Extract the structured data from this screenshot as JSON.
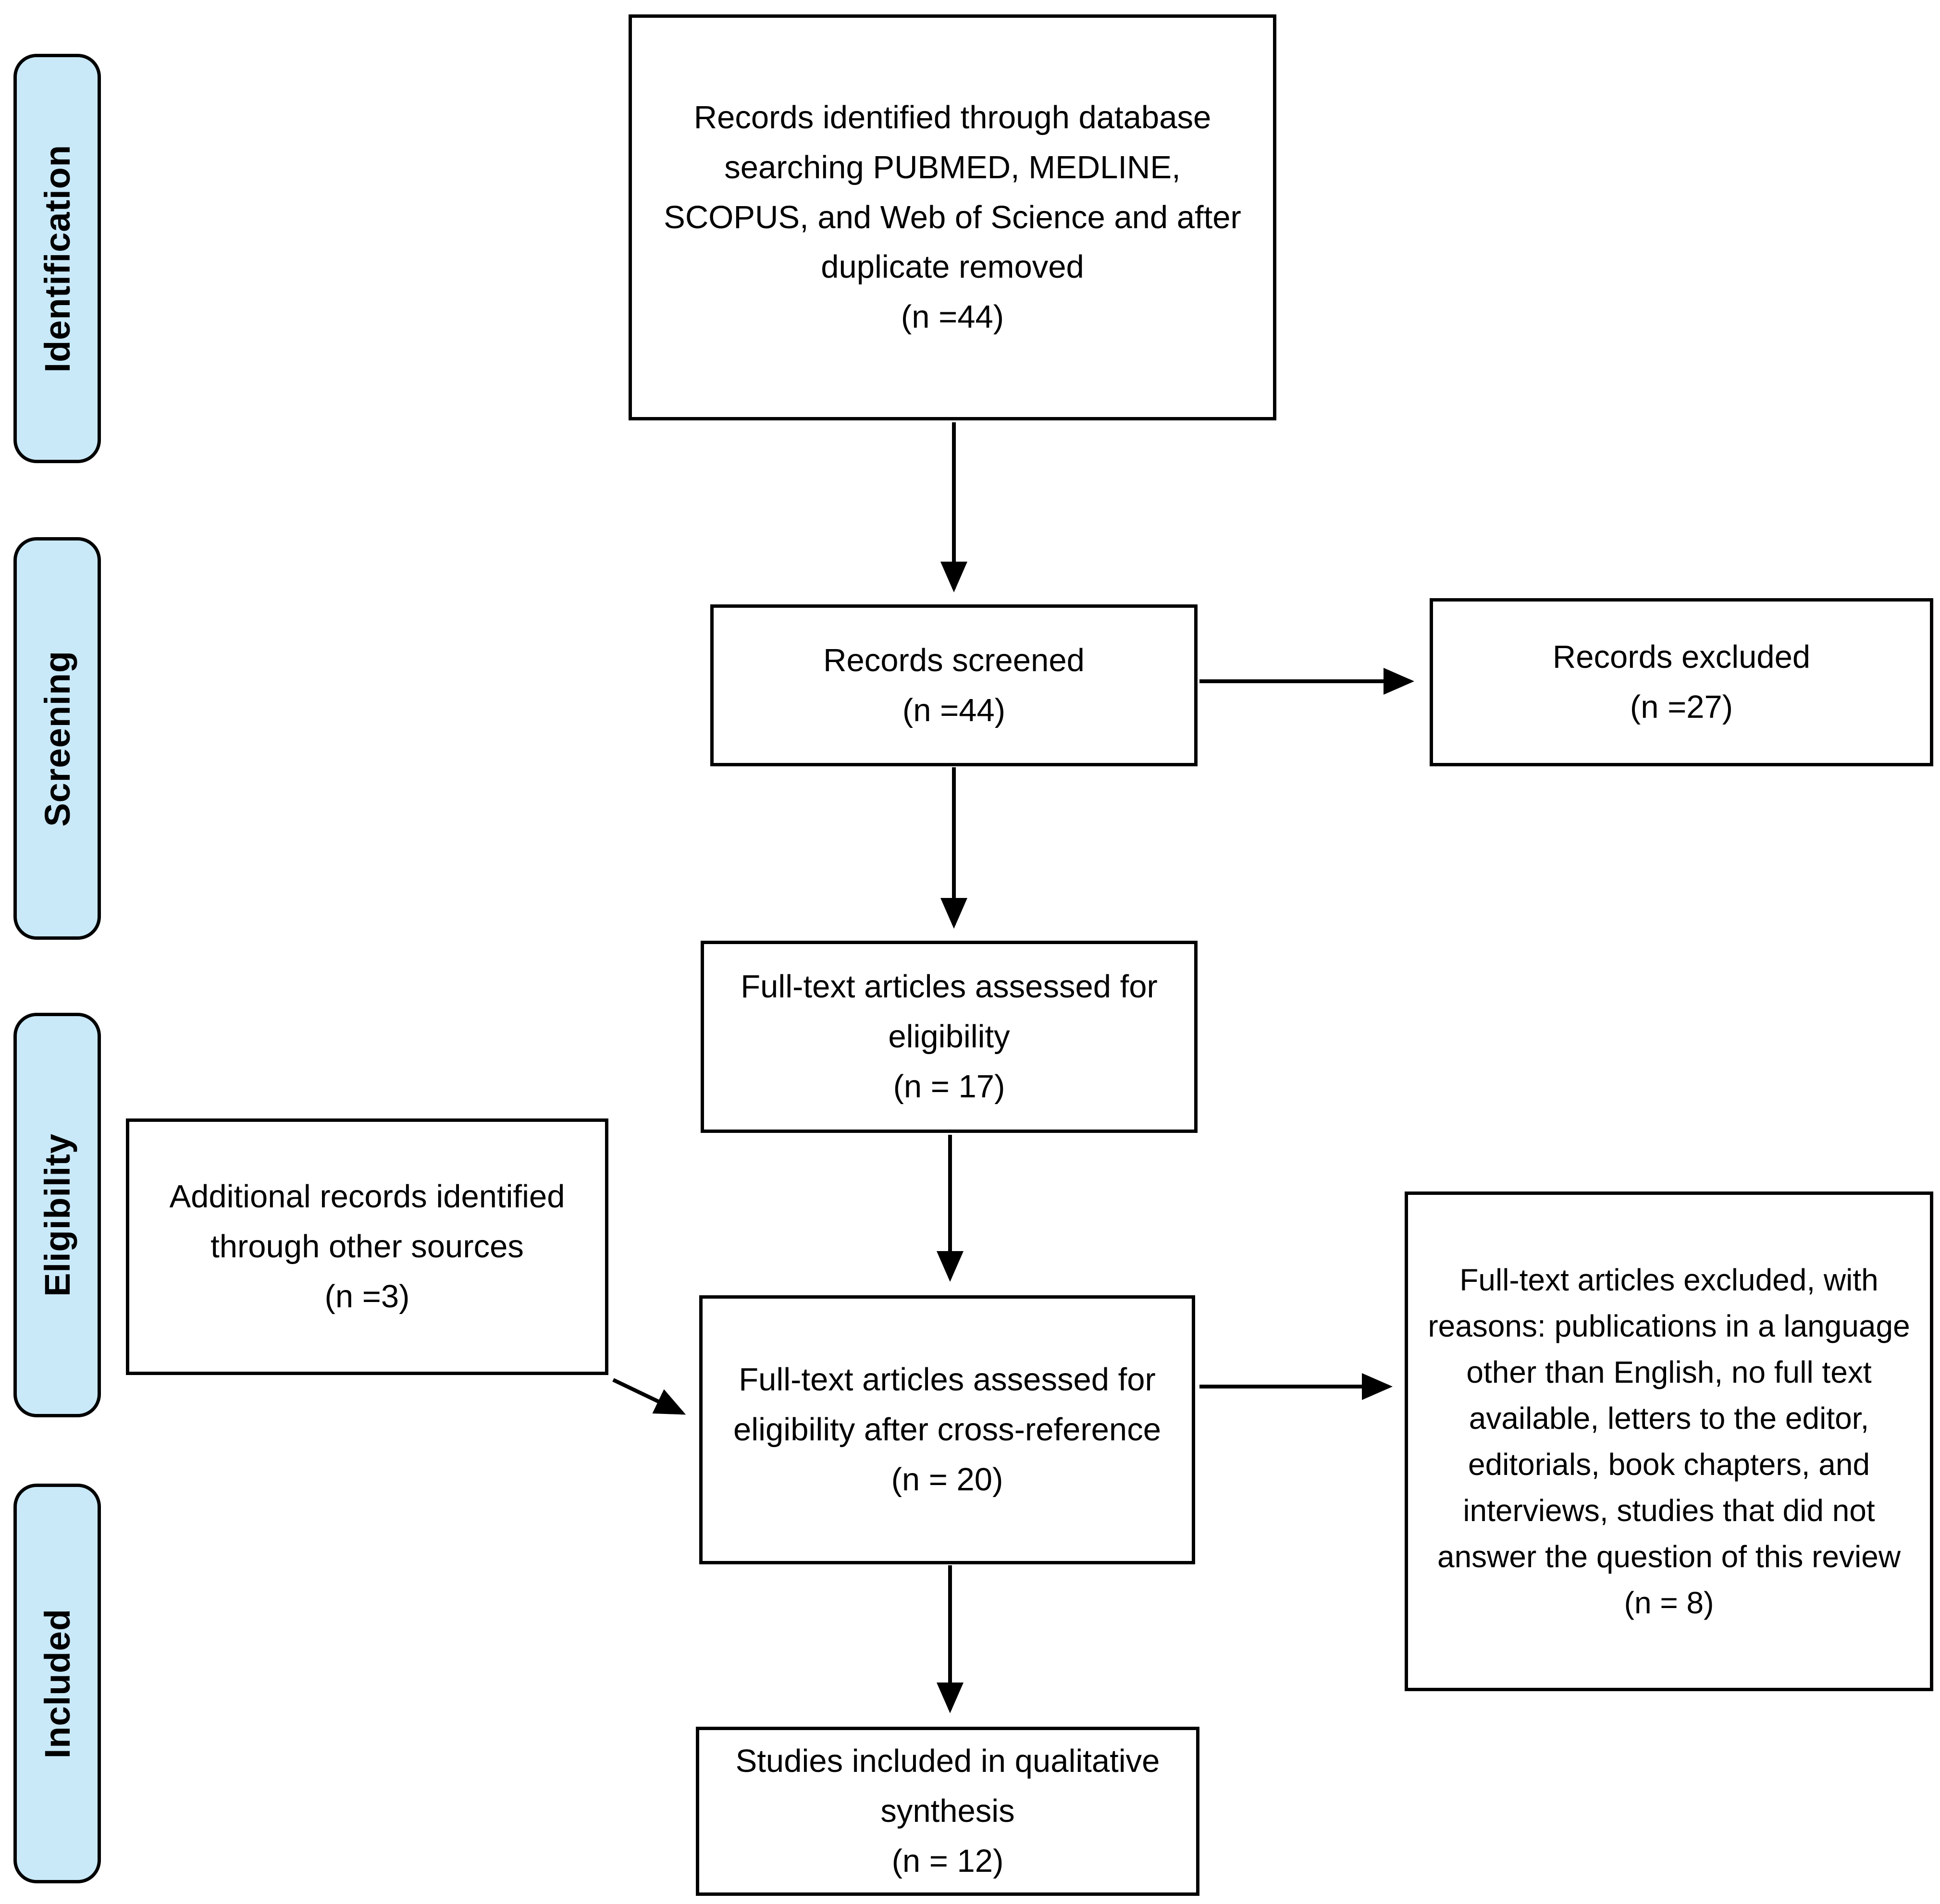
{
  "stages": [
    {
      "label": "Identification"
    },
    {
      "label": "Screening"
    },
    {
      "label": "Eligibility"
    },
    {
      "label": "Included"
    }
  ],
  "boxes": [
    {
      "name": "records-identified",
      "text": "Records identified through database searching PUBMED, MEDLINE, SCOPUS, and Web of Science and after duplicate removed",
      "count": "(n =44)"
    },
    {
      "name": "records-screened",
      "text": "Records screened",
      "count": "(n =44)"
    },
    {
      "name": "records-excluded",
      "text": "Records excluded",
      "count": "(n =27)"
    },
    {
      "name": "fulltext-assessed",
      "text": "Full-text articles assessed for eligibility",
      "count": "(n = 17)"
    },
    {
      "name": "additional-records",
      "text": "Additional records identified through other sources",
      "count": "(n =3)"
    },
    {
      "name": "fulltext-crossreference",
      "text": "Full-text articles assessed for eligibility after cross-reference",
      "count": "(n = 20)"
    },
    {
      "name": "fulltext-excluded",
      "text": "Full-text articles excluded, with reasons: publications in a language other than English, no full text available, letters to the editor, editorials, book chapters, and interviews, studies that did not answer the question of this review (n = 8)",
      "count": ""
    },
    {
      "name": "studies-included",
      "text": "Studies included in qualitative synthesis",
      "count": "(n = 12)"
    }
  ],
  "colors": {
    "stage_tab_fill": "#c9e9f9",
    "box_fill": "#ffffff",
    "line_color": "#000000"
  }
}
